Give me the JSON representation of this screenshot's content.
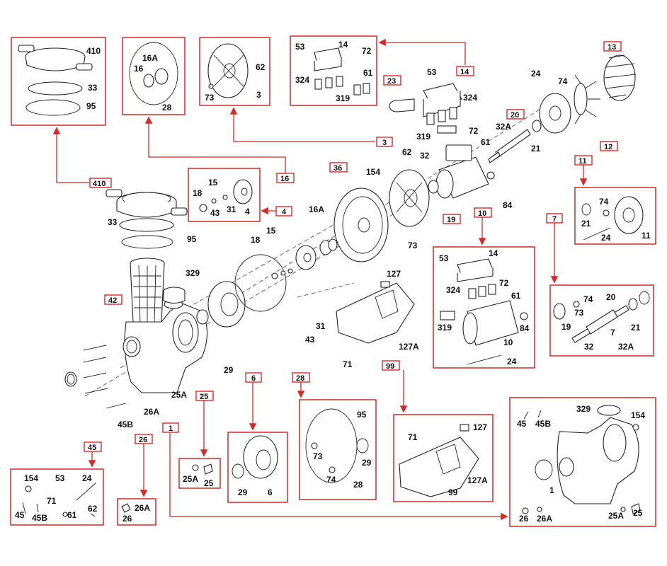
{
  "accent_color": "#d42a2a",
  "tags": {
    "t410": "410",
    "t16": "16",
    "t3": "3",
    "t14": "14",
    "t13": "13",
    "t20": "20",
    "t12": "12",
    "t23": "23",
    "t36": "36",
    "t4": "4",
    "t19": "19",
    "t10": "10",
    "t7": "7",
    "t11": "11",
    "t42": "42",
    "t25": "25",
    "t6": "6",
    "t28": "28",
    "t99": "99",
    "t1": "1",
    "t45": "45",
    "t26": "26"
  },
  "main_labels": {
    "l33": "33",
    "l95": "95",
    "l329": "329",
    "l18": "18",
    "l15": "15",
    "l16A": "16A",
    "l154": "154",
    "l62": "62",
    "l32": "32",
    "l53": "53",
    "l324": "324",
    "l319": "319",
    "l72": "72",
    "l61": "61",
    "l24": "24",
    "l74": "74",
    "l32A": "32A",
    "l21": "21",
    "l84": "84",
    "l73": "73",
    "l29": "29",
    "l31": "31",
    "l43": "43",
    "l127": "127",
    "l127A": "127A",
    "l71": "71",
    "l25A": "25A",
    "l26A": "26A",
    "l45B": "45B"
  },
  "detail_410": {
    "a": "410",
    "b": "33",
    "c": "95"
  },
  "detail_16": {
    "a": "16A",
    "b": "16",
    "c": "28"
  },
  "detail_3": {
    "a": "62",
    "b": "73",
    "c": "3"
  },
  "detail_14": {
    "a": "53",
    "b": "14",
    "c": "72",
    "d": "61",
    "e": "324",
    "f": "319"
  },
  "detail_4": {
    "a": "15",
    "b": "18",
    "c": "43",
    "d": "31",
    "e": "4"
  },
  "detail_10": {
    "a": "53",
    "b": "14",
    "c": "324",
    "d": "72",
    "e": "61",
    "f": "319",
    "g": "84",
    "h": "10",
    "i": "24"
  },
  "detail_11": {
    "a": "74",
    "b": "21",
    "c": "24",
    "d": "11"
  },
  "detail_7": {
    "a": "74",
    "b": "20",
    "c": "19",
    "d": "73",
    "e": "7",
    "f": "21",
    "g": "32",
    "h": "32A"
  },
  "detail_25": {
    "a": "25A",
    "b": "25"
  },
  "detail_6": {
    "a": "29",
    "b": "6"
  },
  "detail_28": {
    "a": "95",
    "b": "73",
    "c": "29",
    "d": "74",
    "e": "28"
  },
  "detail_99": {
    "a": "71",
    "b": "127",
    "c": "127A",
    "d": "99"
  },
  "detail_1": {
    "a": "329",
    "b": "154",
    "c": "45",
    "d": "45B",
    "e": "1",
    "f": "26",
    "g": "26A",
    "h": "25A",
    "i": "25"
  },
  "detail_45": {
    "a": "154",
    "b": "53",
    "c": "24",
    "d": "71",
    "e": "45",
    "f": "45B",
    "g": "61",
    "h": "62"
  },
  "detail_26": {
    "a": "26A",
    "b": "26"
  }
}
